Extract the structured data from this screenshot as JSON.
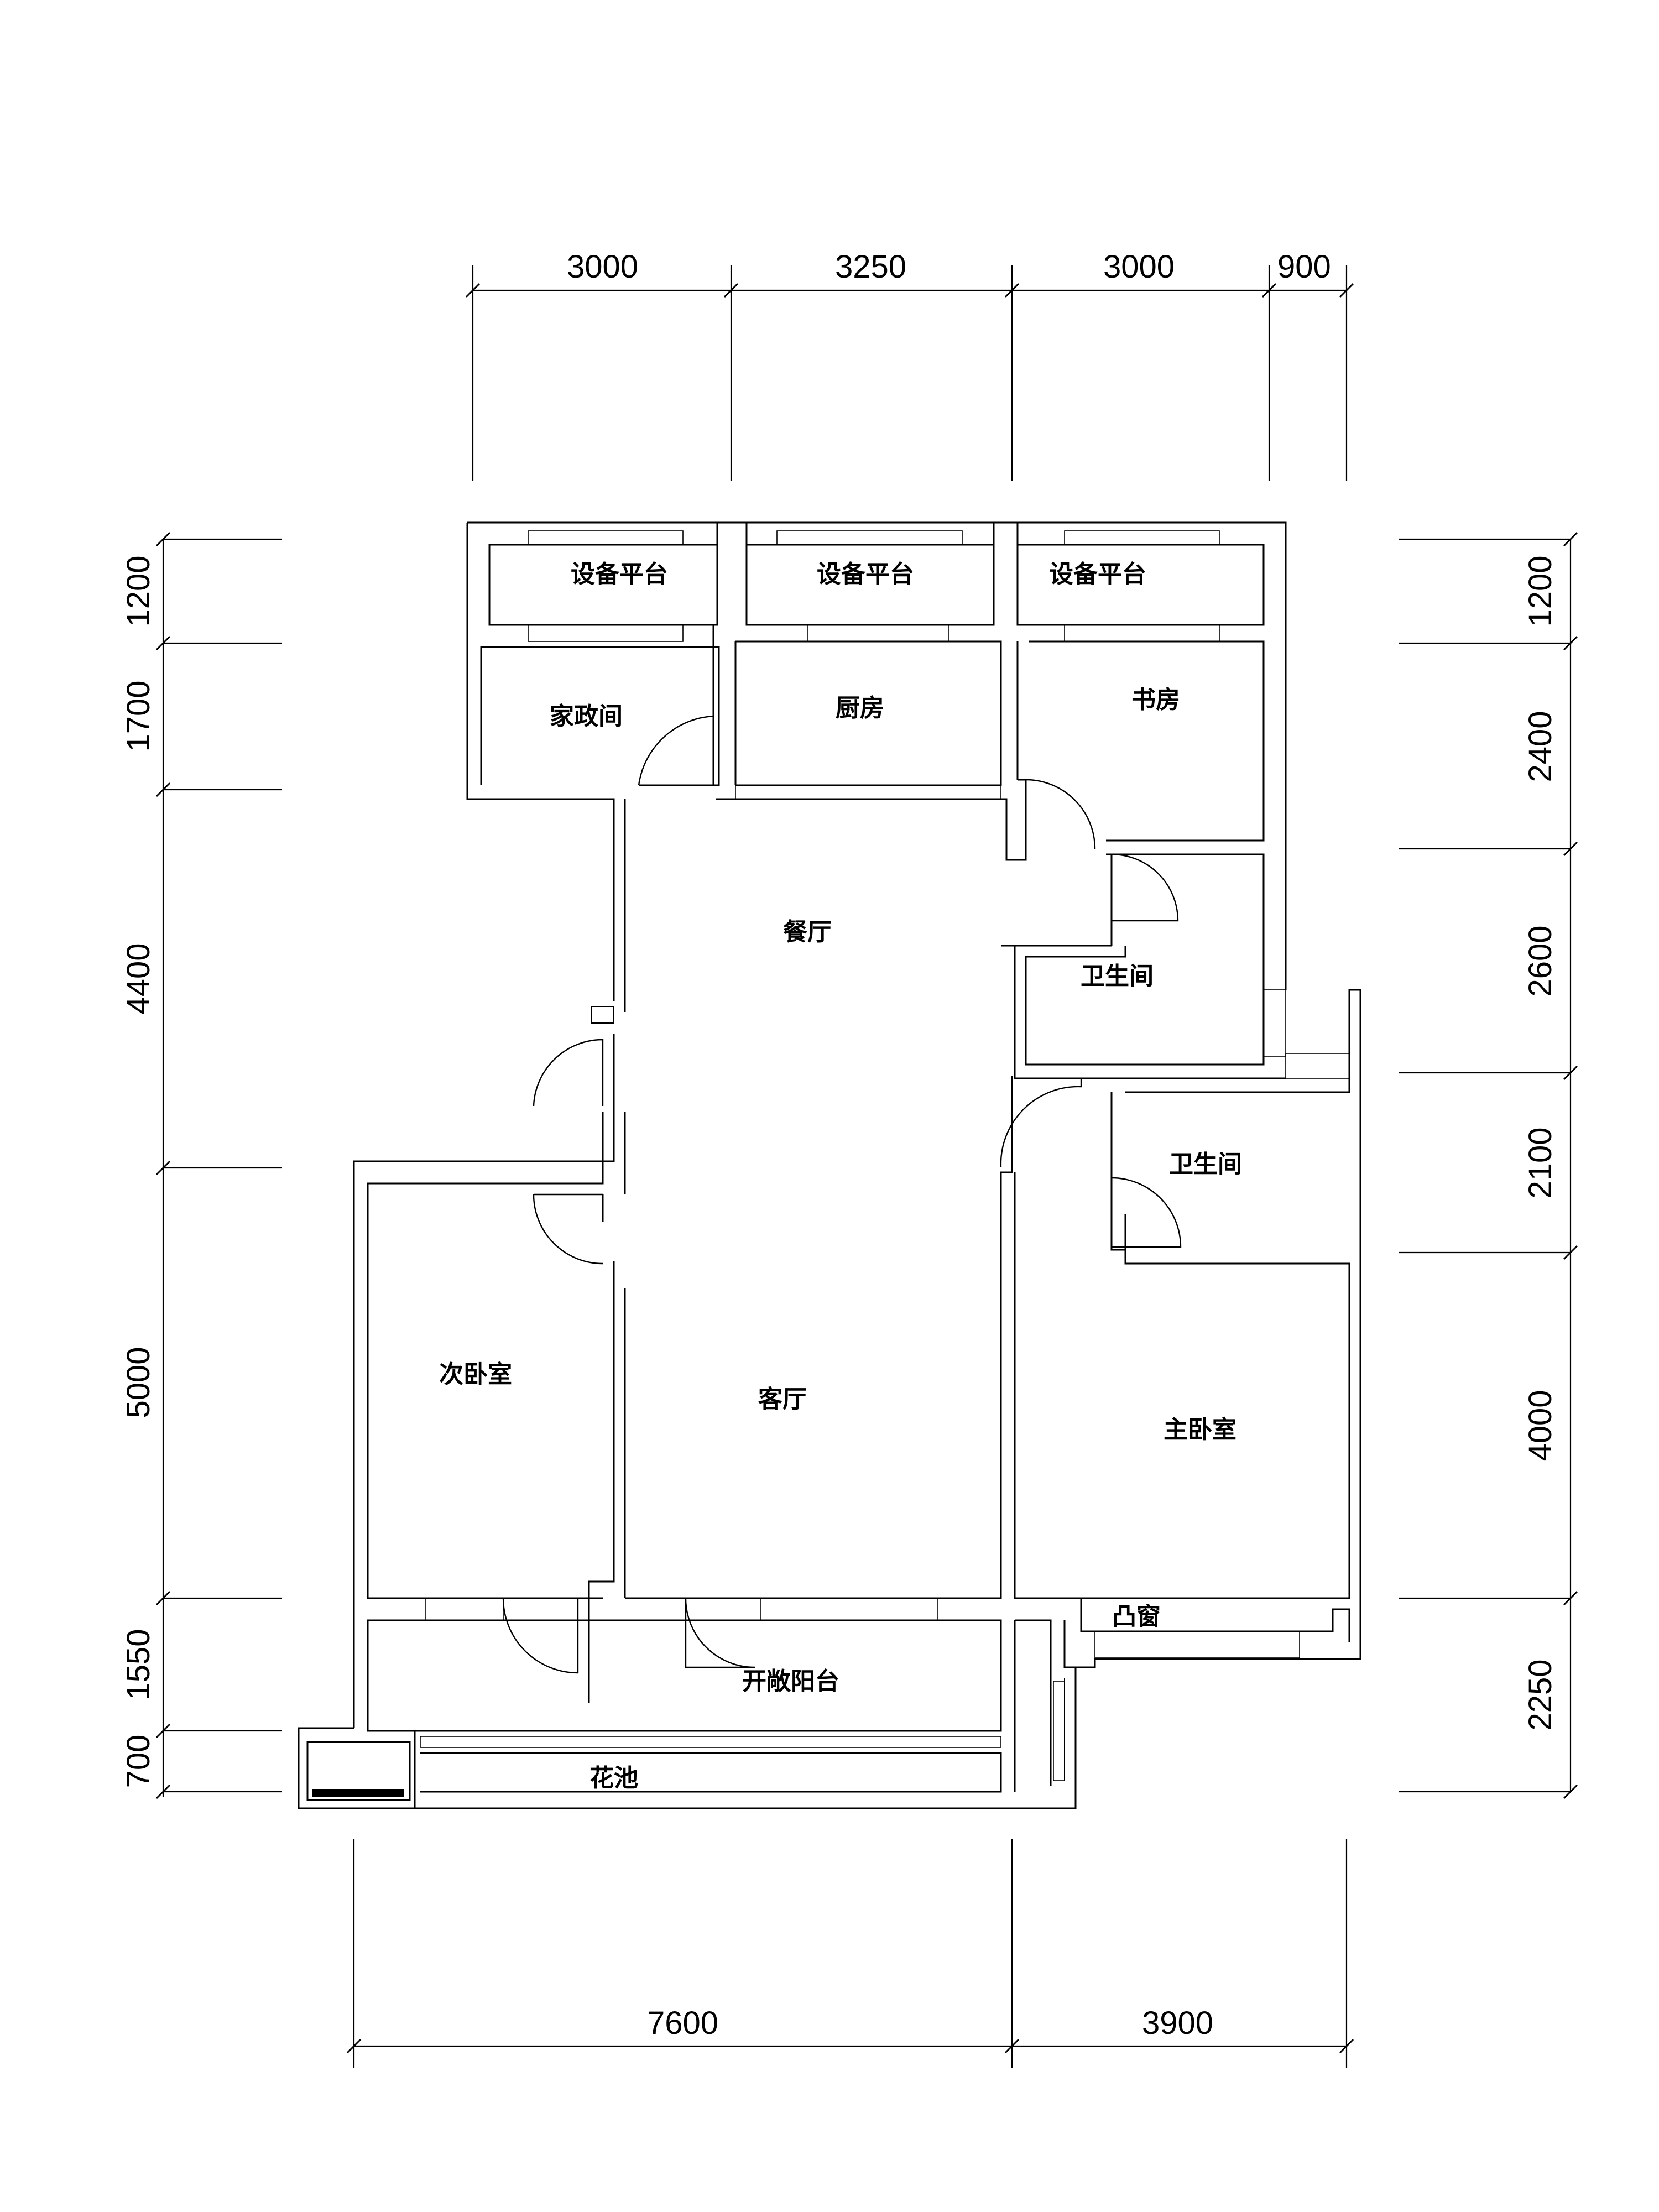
{
  "rooms": {
    "equip_platform_1": "设备平台",
    "equip_platform_2": "设备平台",
    "equip_platform_3": "设备平台",
    "housekeeping_room": "家政间",
    "kitchen": "厨房",
    "study": "书房",
    "dining_room": "餐厅",
    "bathroom_1": "卫生间",
    "bathroom_2": "卫生间",
    "second_bedroom": "次卧室",
    "living_room": "客厅",
    "master_bedroom": "主卧室",
    "bay_window": "凸窗",
    "open_balcony": "开敞阳台",
    "flower_bed": "花池"
  },
  "dimensions": {
    "top": [
      "3000",
      "3250",
      "3000",
      "900"
    ],
    "bottom": [
      "7600",
      "3900"
    ],
    "left": [
      "1200",
      "1700",
      "4400",
      "5000",
      "1550",
      "700"
    ],
    "right": [
      "1200",
      "2400",
      "2600",
      "2100",
      "4000",
      "2250"
    ]
  }
}
